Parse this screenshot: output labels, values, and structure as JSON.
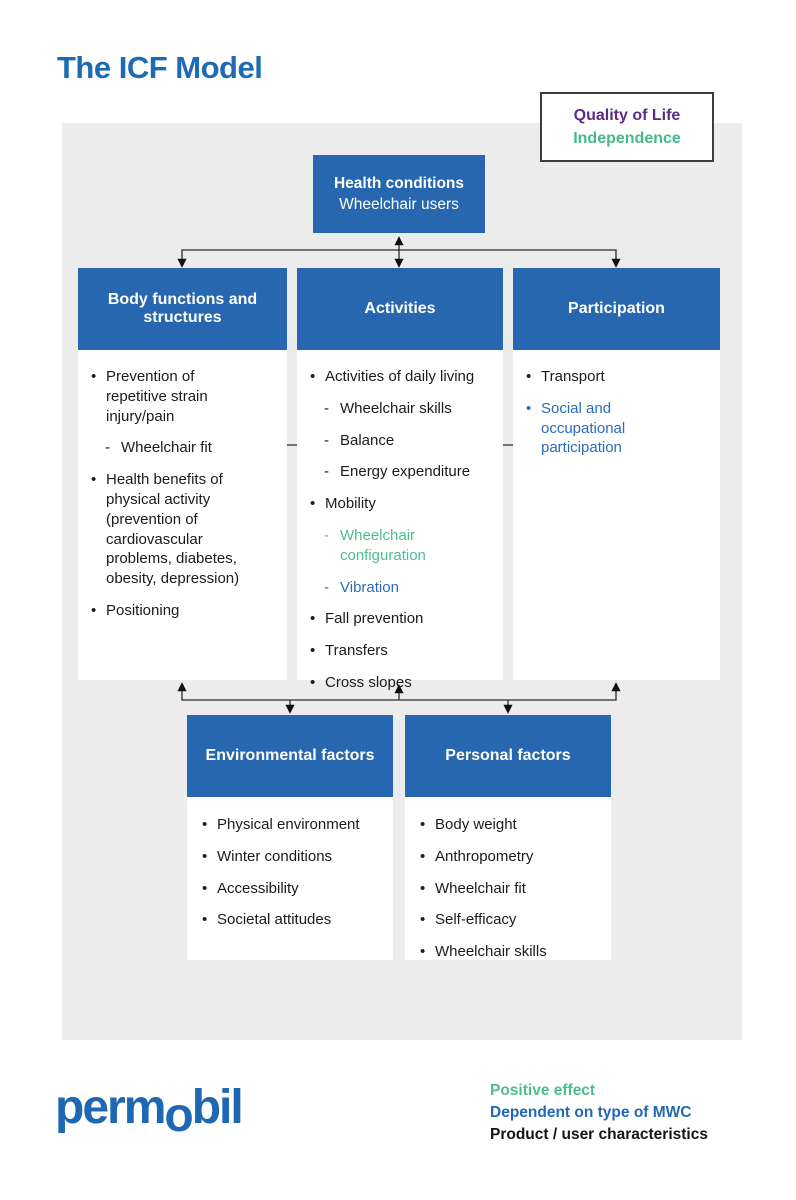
{
  "title": "The ICF Model",
  "qol_box": {
    "quality_of_life": "Quality of Life",
    "independence": "Independence"
  },
  "health_box": {
    "title": "Health conditions",
    "subtitle": "Wheelchair users"
  },
  "columns": {
    "body_functions": {
      "header": "Body functions and structures",
      "items": [
        {
          "text": "Prevention of repetitive strain injury/pain",
          "level": 1,
          "color": "black"
        },
        {
          "text": "Wheelchair fit",
          "level": 2,
          "color": "black"
        },
        {
          "text": "Health benefits of physical activity (prevention of cardiovascular problems, diabetes, obesity, depression)",
          "level": 1,
          "color": "black"
        },
        {
          "text": "Positioning",
          "level": 1,
          "color": "black"
        }
      ]
    },
    "activities": {
      "header": "Activities",
      "items": [
        {
          "text": "Activities of daily living",
          "level": 1,
          "color": "black"
        },
        {
          "text": "Wheelchair skills",
          "level": 2,
          "color": "black"
        },
        {
          "text": "Balance",
          "level": 2,
          "color": "black"
        },
        {
          "text": "Energy expenditure",
          "level": 2,
          "color": "black"
        },
        {
          "text": "Mobility",
          "level": 1,
          "color": "black"
        },
        {
          "text": "Wheelchair configuration",
          "level": 2,
          "color": "green"
        },
        {
          "text": "Vibration",
          "level": 2,
          "color": "blue"
        },
        {
          "text": "Fall prevention",
          "level": 1,
          "color": "black"
        },
        {
          "text": "Transfers",
          "level": 1,
          "color": "black"
        },
        {
          "text": "Cross slopes",
          "level": 1,
          "color": "black"
        }
      ]
    },
    "participation": {
      "header": "Participation",
      "items": [
        {
          "text": "Transport",
          "level": 1,
          "color": "black"
        },
        {
          "text": "Social and occupational participation",
          "level": 1,
          "color": "blue"
        }
      ]
    }
  },
  "factors": {
    "environmental": {
      "header": "Environmental factors",
      "items": [
        {
          "text": "Physical environment",
          "level": 1,
          "color": "black"
        },
        {
          "text": "Winter conditions",
          "level": 1,
          "color": "black"
        },
        {
          "text": "Accessibility",
          "level": 1,
          "color": "black"
        },
        {
          "text": "Societal attitudes",
          "level": 1,
          "color": "black"
        }
      ]
    },
    "personal": {
      "header": "Personal factors",
      "items": [
        {
          "text": "Body weight",
          "level": 1,
          "color": "black"
        },
        {
          "text": "Anthropometry",
          "level": 1,
          "color": "black"
        },
        {
          "text": "Wheelchair fit",
          "level": 1,
          "color": "black"
        },
        {
          "text": "Self-efficacy",
          "level": 1,
          "color": "black"
        },
        {
          "text": "Wheelchair skills",
          "level": 1,
          "color": "black"
        }
      ]
    }
  },
  "legend": {
    "positive": "Positive effect",
    "dependent": "Dependent on type of MWC",
    "product": "Product / user characteristics"
  },
  "logo": {
    "part1": "perm",
    "part2": "o",
    "part3": "bil"
  },
  "colors": {
    "brand_blue": "#2767AF",
    "title_blue": "#1E6AB4",
    "text_blue": "#2B6CB8",
    "green": "#4DBD8E",
    "purple": "#5B2D86",
    "panel_gray": "#ECECEC"
  }
}
